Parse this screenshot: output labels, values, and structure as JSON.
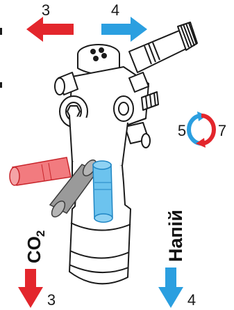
{
  "labels": {
    "red_arrow_number": "3",
    "blue_arrow_number": "4",
    "rotation_left_number": "5",
    "rotation_right_number": "7",
    "co2_label": "CO",
    "co2_subscript": "2",
    "co2_bottom_number": "3",
    "drink_label": "Напій",
    "drink_bottom_number": "4"
  },
  "colors": {
    "red_accent": "#e3262c",
    "blue_accent": "#2b9fe0",
    "outline": "#1a1a1a",
    "red_tube": "#f27b7f",
    "blue_tube": "#6cc3ee",
    "gray_tube": "#9a9a9a"
  },
  "icons": {
    "red_arrow_top": "arrow-left-icon",
    "blue_arrow_top": "arrow-right-icon",
    "rotation": "rotation-arrows-icon",
    "red_arrow_bottom": "arrow-down-icon",
    "blue_arrow_bottom": "arrow-down-icon"
  }
}
